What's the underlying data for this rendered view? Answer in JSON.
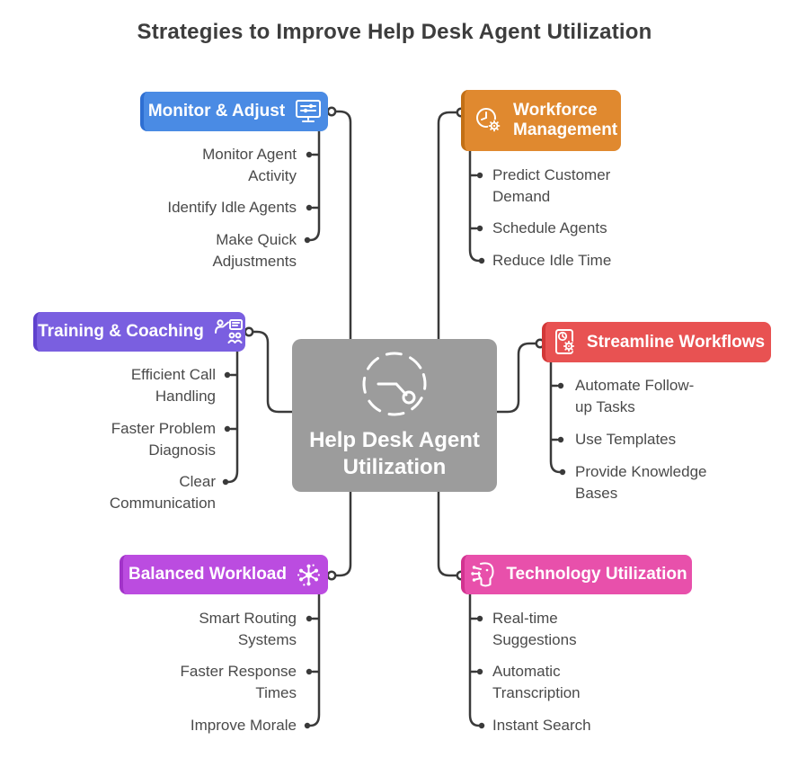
{
  "title": "Strategies to Improve Help Desk Agent Utilization",
  "center_node": {
    "label": "Help Desk Agent\nUtilization",
    "color": "#9c9c9c",
    "icon": "gauge-clock-icon"
  },
  "colors": {
    "connector": "#3a3a3a",
    "item_text": "#4a4a4a",
    "title_text": "#3d3d3d"
  },
  "branches": [
    {
      "label": "Monitor & Adjust",
      "color": "#4a8be4",
      "accent": "#2e6fd2",
      "icon": "monitor-settings-icon",
      "side": "left",
      "items": [
        "Monitor Agent\nActivity",
        "Identify Idle Agents",
        "Make Quick\nAdjustments"
      ]
    },
    {
      "label": "Workforce Management",
      "color": "#e0892f",
      "accent": "#c26f15",
      "icon": "clock-gear-icon",
      "side": "right",
      "items": [
        "Predict Customer\nDemand",
        "Schedule Agents",
        "Reduce Idle Time"
      ]
    },
    {
      "label": "Training & Coaching",
      "color": "#7a5fe0",
      "accent": "#5f41cd",
      "icon": "training-presentation-icon",
      "side": "left",
      "items": [
        "Efficient Call\nHandling",
        "Faster Problem\nDiagnosis",
        "Clear\nCommunication"
      ]
    },
    {
      "label": "Streamline Workflows",
      "color": "#e85252",
      "accent": "#d23737",
      "icon": "document-gear-icon",
      "side": "right",
      "items": [
        "Automate Follow-\nup Tasks",
        "Use Templates",
        "Provide Knowledge\nBases"
      ]
    },
    {
      "label": "Balanced Workload",
      "color": "#bb4ce0",
      "accent": "#a233c9",
      "icon": "network-hub-icon",
      "side": "left",
      "items": [
        "Smart Routing\nSystems",
        "Faster Response\nTimes",
        "Improve Morale"
      ]
    },
    {
      "label": "Technology Utilization",
      "color": "#e850ab",
      "accent": "#d23390",
      "icon": "ai-head-icon",
      "side": "right",
      "items": [
        "Real-time\nSuggestions",
        "Automatic\nTranscription",
        "Instant Search"
      ]
    }
  ]
}
